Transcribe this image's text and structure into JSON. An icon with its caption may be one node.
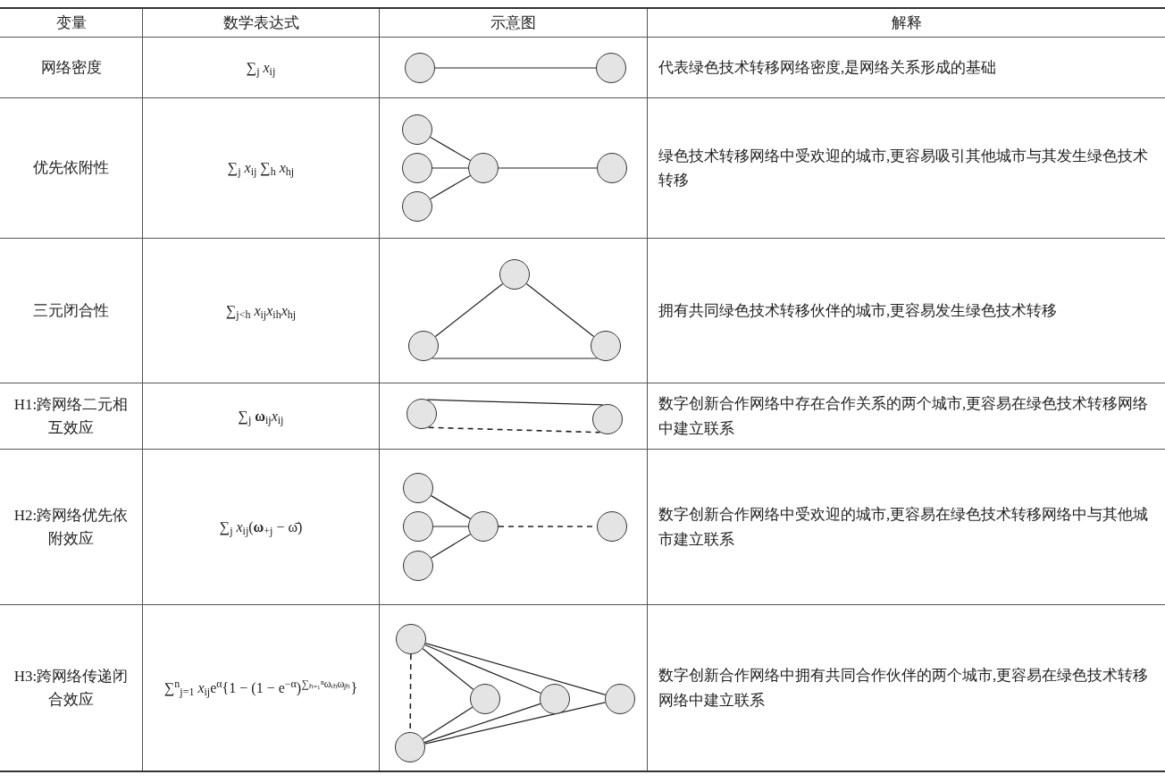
{
  "diagram": {
    "nodes": [
      {
        "text": [],
        "shape": "circle"
      },
      {
        "text": [],
        "shape": "circle"
      },
      {
        "text": [],
        "shape": "circle"
      },
      {
        "text": [],
        "shape": "circle"
      },
      {
        "text": [],
        "shape": "circle"
      },
      {
        "text": [],
        "shape": "circle"
      },
      {
        "text": [],
        "shape": "circle"
      },
      {
        "text": [],
        "shape": "circle"
      },
      {
        "text": [],
        "shape": "circle"
      },
      {
        "text": [],
        "shape": "circle"
      },
      {
        "text": [],
        "shape": "circle"
      },
      {
        "text": [],
        "shape": "circle"
      },
      {
        "text": [],
        "shape": "circle"
      },
      {
        "text": [],
        "shape": "circle"
      },
      {
        "text": [],
        "shape": "circle"
      },
      {
        "text": [],
        "shape": "circle"
      },
      {
        "text": [],
        "shape": "circle"
      },
      {
        "text": [],
        "shape": "circle"
      },
      {
        "text": [],
        "shape": "circle"
      },
      {
        "text": [],
        "shape": "circle"
      },
      {
        "text": [],
        "shape": "circle"
      },
      {
        "text": [],
        "shape": "circle"
      }
    ],
    "edges": [
      {
        "from": 0,
        "to": 1,
        "arrow": "none"
      },
      {
        "from": 2,
        "to": 5,
        "arrow": "none"
      },
      {
        "from": 3,
        "to": 5,
        "arrow": "none"
      },
      {
        "from": 4,
        "to": 5,
        "arrow": "none"
      },
      {
        "from": 5,
        "to": 6,
        "arrow": "none"
      },
      {
        "from": 7,
        "to": 8,
        "arrow": "none"
      },
      {
        "from": 7,
        "to": 9,
        "arrow": "none"
      },
      {
        "from": 8,
        "to": 9,
        "arrow": "none"
      },
      {
        "from": 10,
        "to": 11,
        "arrow": "none"
      },
      {
        "from": 10,
        "to": 11,
        "arrow": "none",
        "style": "dashed"
      },
      {
        "from": 12,
        "to": 15,
        "arrow": "none"
      },
      {
        "from": 13,
        "to": 15,
        "arrow": "none"
      },
      {
        "from": 14,
        "to": 15,
        "arrow": "none"
      },
      {
        "from": 15,
        "to": 16,
        "arrow": "none",
        "style": "dashed"
      },
      {
        "from": 17,
        "to": 21,
        "arrow": "none",
        "style": "dashed"
      },
      {
        "from": 17,
        "to": 18,
        "arrow": "none"
      },
      {
        "from": 17,
        "to": 19,
        "arrow": "none"
      },
      {
        "from": 17,
        "to": 20,
        "arrow": "none"
      },
      {
        "from": 21,
        "to": 18,
        "arrow": "none"
      },
      {
        "from": 21,
        "to": 19,
        "arrow": "none"
      },
      {
        "from": 21,
        "to": 20,
        "arrow": "none"
      }
    ],
    "labels": [
      "变量",
      "数学表达式",
      "示意图",
      "解释",
      "网络密度",
      "∑$_{j}$ *x*$_{ij}$",
      "代表绿色技术转移网络密度,是网络关系形成的基础",
      "优先依附性",
      "∑$_{j}$ *x*$_{ij}$ ∑$_{h}$ *x*$_{hj}$",
      "绿色技术转移网络中受欢迎的城市,更容易吸引其他城市与其发生绿色技术转移",
      "三元闭合性",
      "∑$_{j<h}$ *x*$_{ij}$*x*$_{ih}$*x*$_{hj}$",
      "拥有共同绿色技术转移伙伴的城市,更容易发生绿色技术转移",
      "H1:跨网络二元相互效应",
      "∑$_{j}$ **ω**$_{ij}$*x*$_{ij}$",
      "数字创新合作网络中存在合作关系的两个城市,更容易在绿色技术转移网络中建立联系",
      "H2:跨网络优先依附效应",
      "∑$_{j}$ *x*$_{ij}$(**ω**$_{+j}$ − ω̄)",
      "数字创新合作网络中受欢迎的城市,更容易在绿色技术转移网络中与其他城市建立联系",
      "H3:跨网络传递闭合效应",
      "∑$^{n}$$_{j=1}$ *x*$_{ij}$e$^{α}${1 − (1 − e$^{−α}$)$^{∑ₕ₌₁ⁿωᵢₕωⱼₕ}$}",
      "数字创新合作网络中拥有共同合作伙伴的两个城市,更容易在绿色技术转移网络中建立联系"
    ]
  }
}
